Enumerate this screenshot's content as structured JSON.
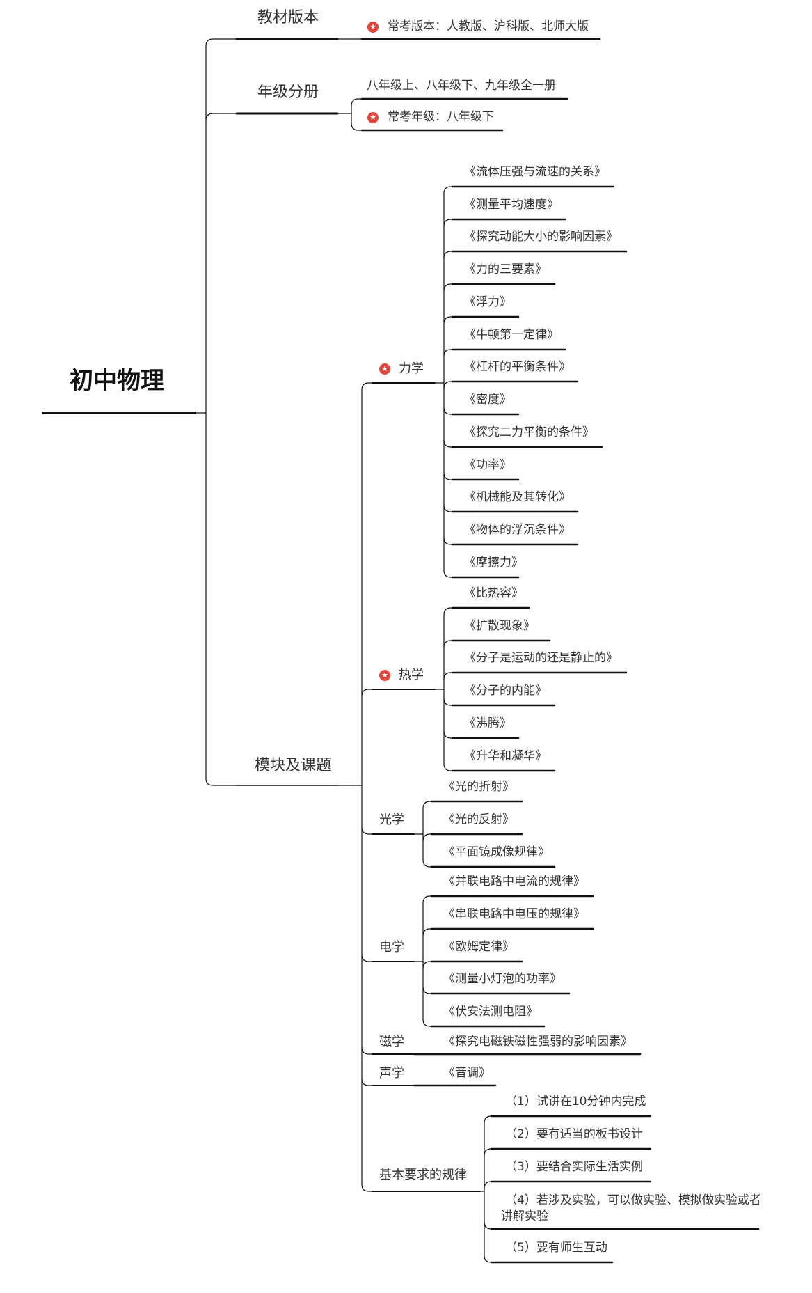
{
  "colors": {
    "line": "#111111",
    "text": "#333333",
    "star": "#e5453b"
  },
  "root": {
    "label": "初中物理"
  },
  "textbook": {
    "label": "教材版本",
    "common": "常考版本：人教版、沪科版、北师大版"
  },
  "grades": {
    "label": "年级分册",
    "list": "八年级上、八年级下、九年级全一册",
    "common": "常考年级：八年级下"
  },
  "modules": {
    "label": "模块及课题",
    "mechanics": {
      "label": "力学",
      "items": [
        "《流体压强与流速的关系》",
        "《测量平均速度》",
        "《探究动能大小的影响因素》",
        "《力的三要素》",
        "《浮力》",
        "《牛顿第一定律》",
        "《杠杆的平衡条件》",
        "《密度》",
        "《探究二力平衡的条件》",
        "《功率》",
        "《机械能及其转化》",
        "《物体的浮沉条件》",
        "《摩擦力》"
      ]
    },
    "thermal": {
      "label": "热学",
      "items": [
        "《比热容》",
        "《扩散现象》",
        "《分子是运动的还是静止的》",
        "《分子的内能》",
        "《沸腾》",
        "《升华和凝华》"
      ]
    },
    "optics": {
      "label": "光学",
      "items": [
        "《光的折射》",
        "《光的反射》",
        "《平面镜成像规律》"
      ]
    },
    "electricity": {
      "label": "电学",
      "items": [
        "《并联电路中电流的规律》",
        "《串联电路中电压的规律》",
        "《欧姆定律》",
        "《测量小灯泡的功率》",
        "《伏安法测电阻》"
      ]
    },
    "magnetism": {
      "label": "磁学",
      "items": [
        "《探究电磁铁磁性强弱的影响因素》"
      ]
    },
    "acoustics": {
      "label": "声学",
      "items": [
        "《音调》"
      ]
    },
    "requirements": {
      "label": "基本要求的规律",
      "items": [
        "（1）试讲在10分钟内完成",
        "（2）要有适当的板书设计",
        "（3）要结合实际生活实例",
        "（4）若涉及实验，可以做实验、模拟做实验或者讲解实验",
        "（5）要有师生互动"
      ]
    }
  }
}
